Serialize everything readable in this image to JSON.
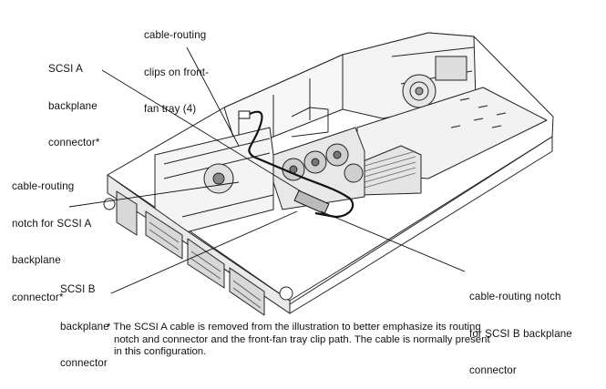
{
  "callouts": {
    "clips": [
      "cable-routing",
      "clips on front-",
      "fan tray (4)"
    ],
    "scsi_a": [
      "SCSI A",
      "backplane",
      "connector*"
    ],
    "notch_a": [
      "cable-routing",
      "notch for SCSI A",
      "backplane",
      "connector*"
    ],
    "scsi_b": [
      "SCSI B",
      "backplane",
      "connector"
    ],
    "notch_b": [
      "cable-routing notch",
      "for SCSI B backplane",
      "connector"
    ]
  },
  "footnote": [
    "* The SCSI A cable is removed from the illustration to better emphasize its routing",
    "notch and connector and the front-fan tray clip path. The cable is normally present",
    "in this configuration."
  ]
}
